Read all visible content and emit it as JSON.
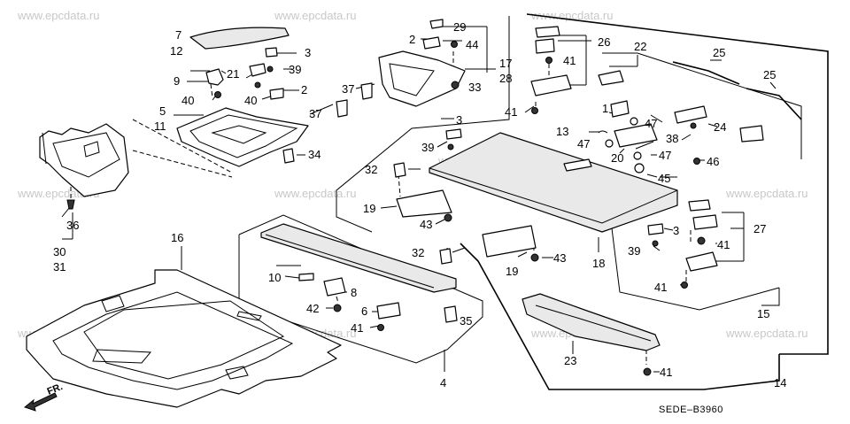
{
  "watermark": "www.epcdata.ru",
  "diagram_code": "SEDE–B3960",
  "front_marker": "FR.",
  "callouts": {
    "c1": "1",
    "c2a": "2",
    "c2b": "2",
    "c3a": "3",
    "c3b": "3",
    "c3c": "3",
    "c4": "4",
    "c5": "5",
    "c6": "6",
    "c7": "7",
    "c8": "8",
    "c9": "9",
    "c10": "10",
    "c11": "11",
    "c12": "12",
    "c13": "13",
    "c14": "14",
    "c15": "15",
    "c16": "16",
    "c17": "17",
    "c18": "18",
    "c19a": "19",
    "c19b": "19",
    "c20": "20",
    "c21": "21",
    "c22": "22",
    "c23": "23",
    "c24": "24",
    "c25a": "25",
    "c25b": "25",
    "c26": "26",
    "c27": "27",
    "c28": "28",
    "c29": "29",
    "c30": "30",
    "c31": "31",
    "c32a": "32",
    "c32b": "32",
    "c33": "33",
    "c34": "34",
    "c35": "35",
    "c36": "36",
    "c37a": "37",
    "c37b": "37",
    "c38": "38",
    "c39a": "39",
    "c39b": "39",
    "c39c": "39",
    "c40a": "40",
    "c40b": "40",
    "c41a": "41",
    "c41b": "41",
    "c41c": "41",
    "c41d": "41",
    "c41e": "41",
    "c41f": "41",
    "c42": "42",
    "c43a": "43",
    "c43b": "43",
    "c44": "44",
    "c45": "45",
    "c46": "46",
    "c47a": "47",
    "c47b": "47",
    "c47c": "47"
  }
}
